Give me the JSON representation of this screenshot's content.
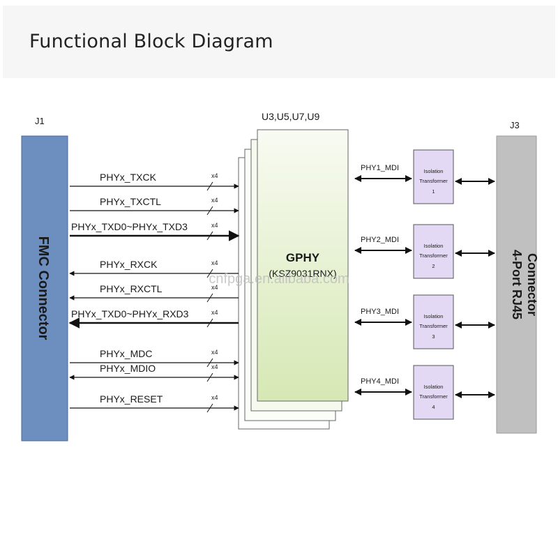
{
  "page": {
    "title": "Functional Block Diagram"
  },
  "fmc": {
    "ref": "J1",
    "name": "FMC Connector",
    "color": "#6d8fc0"
  },
  "gphy": {
    "refs": "U3,U5,U7,U9",
    "name": "GPHY",
    "part": "(KSZ9031RNX)"
  },
  "rj45": {
    "ref": "J3",
    "name_line1": "4-Port RJ45",
    "name_line2": "Connector",
    "color": "#c0c0c0"
  },
  "bus_multiplier": "x4",
  "signals": [
    {
      "label": "PHYx_TXCK"
    },
    {
      "label": "PHYx_TXCTL"
    },
    {
      "label": "PHYx_TXD0~PHYx_TXD3"
    },
    {
      "label": "PHYx_RXCK"
    },
    {
      "label": "PHYx_RXCTL"
    },
    {
      "label": "PHYx_TXD0~PHYx_RXD3"
    },
    {
      "label": "PHYx_MDC"
    },
    {
      "label": "PHYx_MDIO"
    },
    {
      "label": "PHYx_RESET"
    }
  ],
  "mdi_links": [
    {
      "label": "PHY1_MDI",
      "transformer_line1": "Isolation",
      "transformer_line2": "Transformer",
      "transformer_num": "1"
    },
    {
      "label": "PHY2_MDI",
      "transformer_line1": "Isolation",
      "transformer_line2": "Transformer",
      "transformer_num": "2"
    },
    {
      "label": "PHY3_MDI",
      "transformer_line1": "Isolation",
      "transformer_line2": "Transformer",
      "transformer_num": "3"
    },
    {
      "label": "PHY4_MDI",
      "transformer_line1": "Isolation",
      "transformer_line2": "Transformer",
      "transformer_num": "4"
    }
  ],
  "watermark": "cnfpga.en.alibaba.com",
  "colors": {
    "transformer": "#e3d9f5",
    "gphy_top": "#f8fbf2",
    "gphy_bottom": "#d6e8b4"
  }
}
